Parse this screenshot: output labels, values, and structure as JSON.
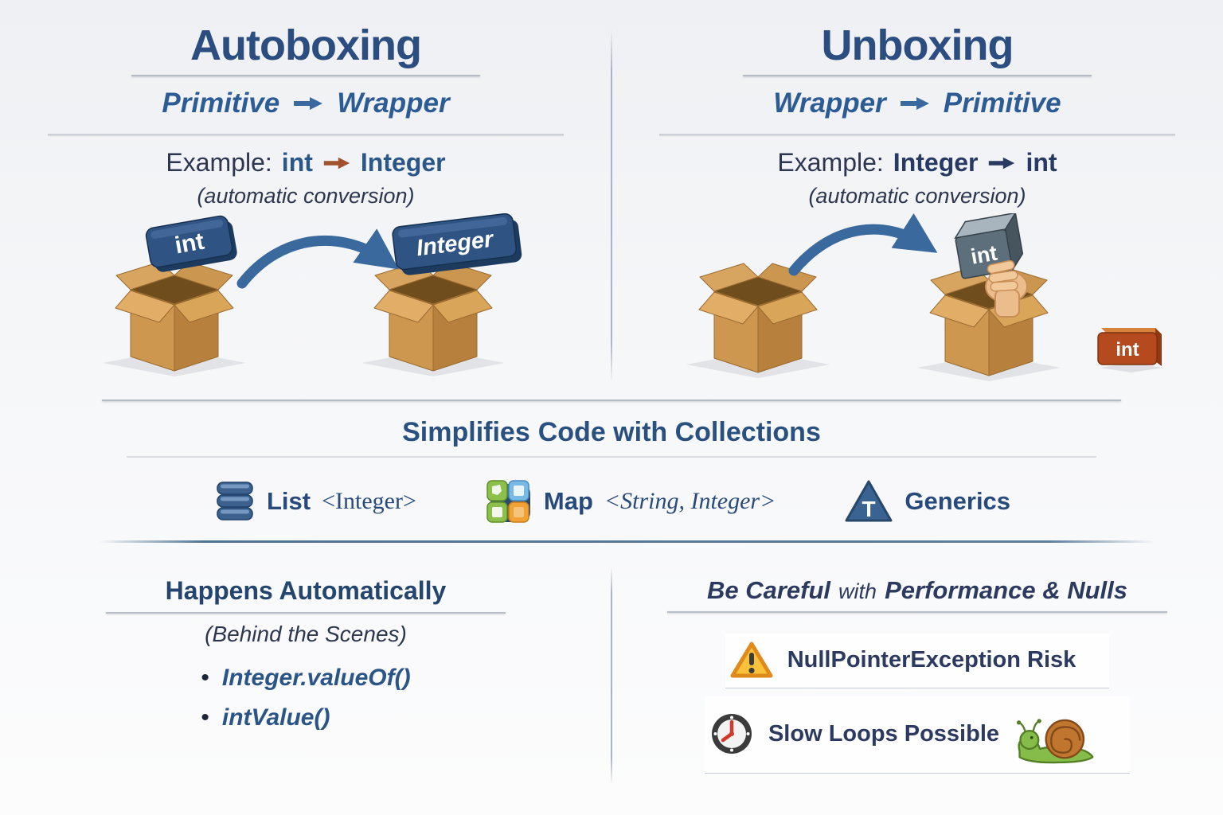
{
  "autoboxing": {
    "title": "Autoboxing",
    "flow_from": "Primitive",
    "flow_to": "Wrapper",
    "example_label": "Example:",
    "example_from": "int",
    "example_to": "Integer",
    "note": "(automatic conversion)",
    "block_small_label": "int",
    "block_large_label": "Integer"
  },
  "unboxing": {
    "title": "Unboxing",
    "flow_from": "Wrapper",
    "flow_to": "Primitive",
    "example_label": "Example:",
    "example_from": "Integer",
    "example_to": "int",
    "note": "(automatic conversion)",
    "cube_label": "int",
    "ground_block_label": "int"
  },
  "collections": {
    "heading_strong": "Simplifies",
    "heading_rest": "Code with Collections",
    "list_label": "List",
    "list_type": "<Integer>",
    "map_label": "Map",
    "map_type": "<String, Integer>",
    "generics_label": "Generics",
    "generics_letter": "T"
  },
  "automatic": {
    "title": "Happens Automatically",
    "subtitle": "(Behind the Scenes)",
    "bullet_glyph": "•",
    "bullets": [
      "Integer.valueOf()",
      "intValue()"
    ]
  },
  "cautions": {
    "title_lead": "Be Careful",
    "title_mid": "with",
    "title_tail": "Performance & Nulls",
    "npe_text": "NullPointerException Risk",
    "slow_text": "Slow Loops Possible"
  },
  "colors": {
    "heading_navy": "#2b4d80",
    "accent_blue": "#2d5b94",
    "dark_text": "#2c3650",
    "arrow_steel": "#39699f",
    "arrow_sienna": "#a0522d",
    "arrow_navy": "#2b3a60",
    "divider_steel": "#5e7f9b",
    "box_tan": "#cd9750",
    "block_blue": "#2f5382",
    "cube_gray": "#5e6f7c",
    "block_orange": "#b54a1e",
    "warning_yellow": "#f6bf35",
    "clock_red": "#cf3a2d",
    "snail_green": "#86bd4a",
    "snail_shell": "#c1762f"
  }
}
